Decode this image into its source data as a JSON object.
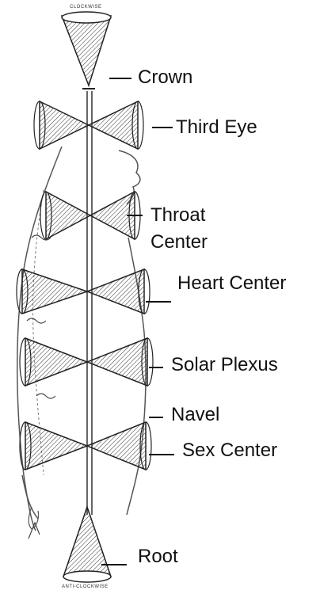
{
  "captions": {
    "top": "CLOCKWISE",
    "bottom": "ANTI-CLOCKWISE"
  },
  "chakras": [
    {
      "key": "crown",
      "label": "Crown"
    },
    {
      "key": "third-eye",
      "label": "Third Eye"
    },
    {
      "key": "throat",
      "label": "Throat\nCenter"
    },
    {
      "key": "heart",
      "label": "Heart Center"
    },
    {
      "key": "solar-plexus",
      "label": "Solar Plexus"
    },
    {
      "key": "navel",
      "label": "Navel"
    },
    {
      "key": "sex",
      "label": "Sex Center"
    },
    {
      "key": "root",
      "label": "Root"
    }
  ],
  "colors": {
    "ink": "#111111",
    "background": "#ffffff"
  }
}
